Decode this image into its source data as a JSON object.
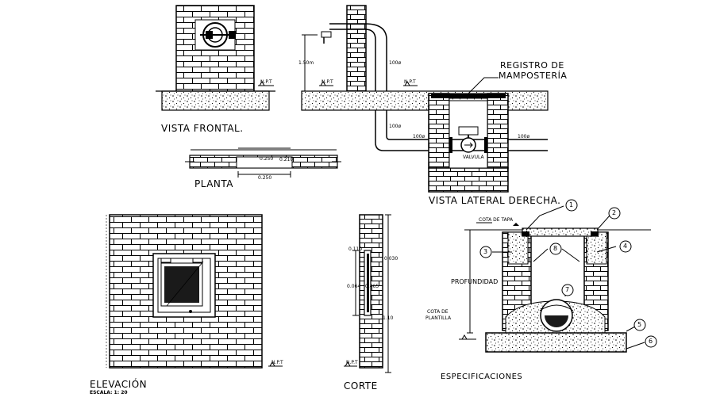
{
  "views": {
    "frontal": "VISTA FRONTAL.",
    "planta": "PLANTA",
    "lateral": "VISTA LATERAL DERECHA.",
    "elevacion": "ELEVACIÓN",
    "escala": "ESCALA:  1: 20",
    "corte": "CORTE",
    "especificaciones": "ESPECIFICACIONES"
  },
  "annotations": {
    "registro": "REGISTRO DE",
    "mamposteria": "MAMPOSTERÍA",
    "cota_tapa": "COTA DE TAPA",
    "profundidad": "PROFUNDIDAD",
    "cota_de": "COTA DE",
    "plantilla": "PLANTILLA",
    "npt": "N.P.T",
    "h_150": "1.50m",
    "p100_a": "100ø",
    "p100_b": "100ø",
    "p100_c": "100ø",
    "p100_d": "100ø",
    "valvula": "VALVULA",
    "dim_a": "0.250",
    "dim_b": "0.250",
    "dim_c": "0.210",
    "dim_d": "0.110",
    "dim_e": "0.030",
    "dim_f": "0.064",
    "dim_g": "0.465",
    "dim_h": "1.10"
  },
  "callouts": [
    "1",
    "2",
    "3",
    "4",
    "5",
    "6",
    "7",
    "8"
  ],
  "colors": {
    "line": "#000000",
    "fill": "#1a1a1a",
    "paper": "#ffffff"
  }
}
